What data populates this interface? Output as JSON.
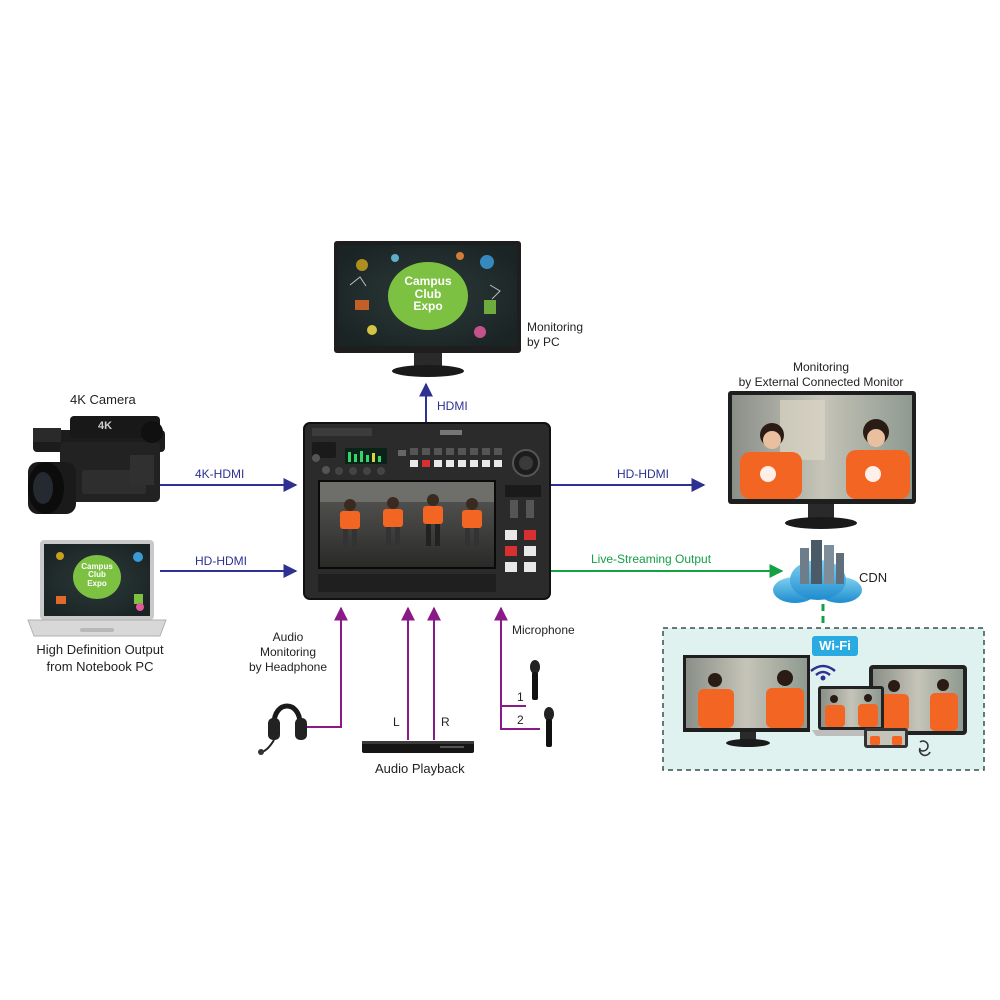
{
  "devices": {
    "camera_label": "4K Camera",
    "notebook_label_line1": "High Definition Output",
    "notebook_label_line2": "from Notebook PC",
    "pc_monitor_label_line1": "Monitoring",
    "pc_monitor_label_line2": "by PC",
    "ext_monitor_label_line1": "Monitoring",
    "ext_monitor_label_line2": "by External Connected Monitor",
    "cdn_label": "CDN",
    "headphone_label_line1": "Audio",
    "headphone_label_line2": "Monitoring",
    "headphone_label_line3": "by Headphone",
    "playback_label": "Audio Playback",
    "microphone_label": "Microphone",
    "camera_badge": "4K"
  },
  "connections": {
    "camera": "4K-HDMI",
    "notebook": "HD-HDMI",
    "pc_monitor": "HDMI",
    "ext_monitor": "HD-HDMI",
    "streaming": "Live-Streaming Output",
    "left_channel": "L",
    "right_channel": "R",
    "mic_1": "1",
    "mic_2": "2"
  },
  "screens": {
    "campus_line1": "Campus",
    "campus_line2": "Club",
    "campus_line3": "Expo"
  },
  "wifi": {
    "label": "Wi-Fi"
  },
  "colors": {
    "video_line": "#2e3192",
    "audio_line": "#8b1a89",
    "stream_line": "#14a044",
    "wifi_badge": "#29abe2",
    "shirt_orange": "#f26522"
  }
}
